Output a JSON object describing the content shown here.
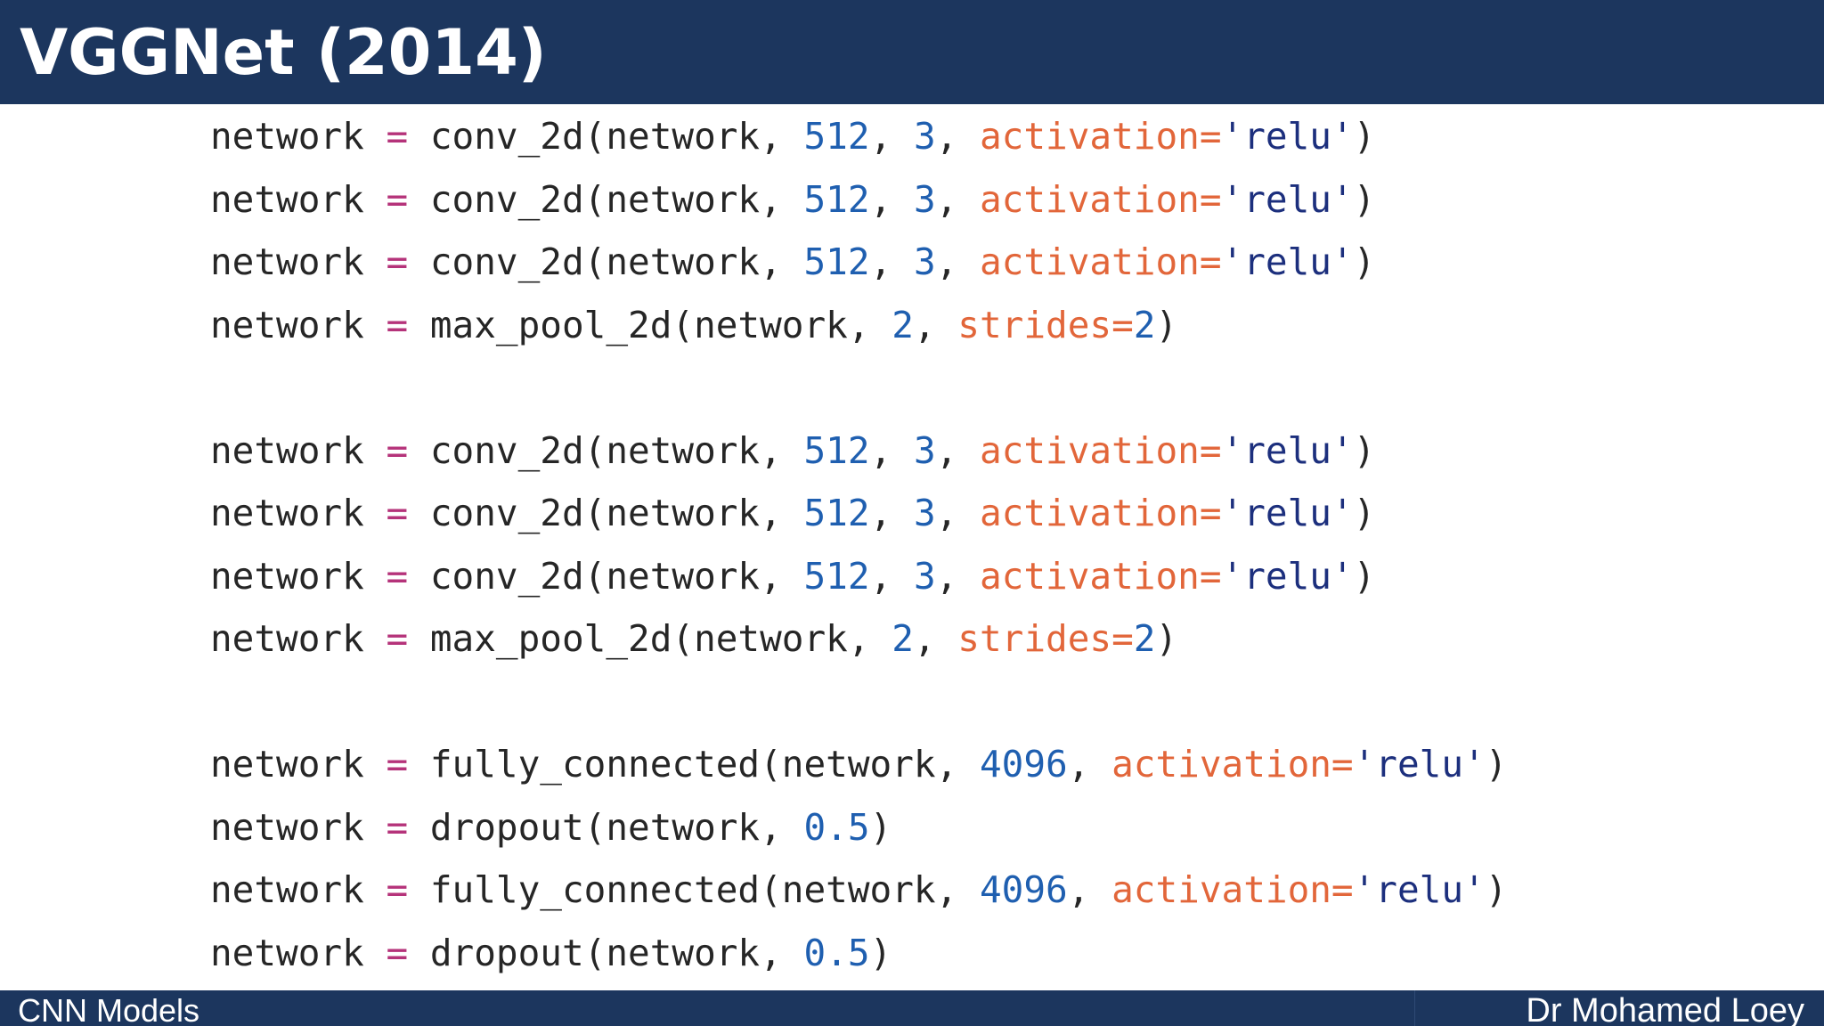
{
  "slide": {
    "title": "VGGNet (2014)",
    "footer_left": "CNN Models",
    "footer_right": "Dr Mohamed Loey"
  },
  "colors": {
    "header_bg": "#1c365e",
    "text": "#262626",
    "operator": "#b5337a",
    "number": "#1f5fb0",
    "keyword_arg": "#e2663a",
    "string": "#1c2f7d"
  },
  "code_lines": [
    [
      {
        "t": "network ",
        "k": "plain"
      },
      {
        "t": "=",
        "k": "op"
      },
      {
        "t": " conv_2d(network, ",
        "k": "plain"
      },
      {
        "t": "512",
        "k": "num"
      },
      {
        "t": ", ",
        "k": "plain"
      },
      {
        "t": "3",
        "k": "num"
      },
      {
        "t": ", ",
        "k": "plain"
      },
      {
        "t": "activation=",
        "k": "kw"
      },
      {
        "t": "'relu'",
        "k": "str"
      },
      {
        "t": ")",
        "k": "plain"
      }
    ],
    [
      {
        "t": "network ",
        "k": "plain"
      },
      {
        "t": "=",
        "k": "op"
      },
      {
        "t": " conv_2d(network, ",
        "k": "plain"
      },
      {
        "t": "512",
        "k": "num"
      },
      {
        "t": ", ",
        "k": "plain"
      },
      {
        "t": "3",
        "k": "num"
      },
      {
        "t": ", ",
        "k": "plain"
      },
      {
        "t": "activation=",
        "k": "kw"
      },
      {
        "t": "'relu'",
        "k": "str"
      },
      {
        "t": ")",
        "k": "plain"
      }
    ],
    [
      {
        "t": "network ",
        "k": "plain"
      },
      {
        "t": "=",
        "k": "op"
      },
      {
        "t": " conv_2d(network, ",
        "k": "plain"
      },
      {
        "t": "512",
        "k": "num"
      },
      {
        "t": ", ",
        "k": "plain"
      },
      {
        "t": "3",
        "k": "num"
      },
      {
        "t": ", ",
        "k": "plain"
      },
      {
        "t": "activation=",
        "k": "kw"
      },
      {
        "t": "'relu'",
        "k": "str"
      },
      {
        "t": ")",
        "k": "plain"
      }
    ],
    [
      {
        "t": "network ",
        "k": "plain"
      },
      {
        "t": "=",
        "k": "op"
      },
      {
        "t": " max_pool_2d(network, ",
        "k": "plain"
      },
      {
        "t": "2",
        "k": "num"
      },
      {
        "t": ", ",
        "k": "plain"
      },
      {
        "t": "strides=",
        "k": "kw"
      },
      {
        "t": "2",
        "k": "num"
      },
      {
        "t": ")",
        "k": "plain"
      }
    ],
    [],
    [
      {
        "t": "network ",
        "k": "plain"
      },
      {
        "t": "=",
        "k": "op"
      },
      {
        "t": " conv_2d(network, ",
        "k": "plain"
      },
      {
        "t": "512",
        "k": "num"
      },
      {
        "t": ", ",
        "k": "plain"
      },
      {
        "t": "3",
        "k": "num"
      },
      {
        "t": ", ",
        "k": "plain"
      },
      {
        "t": "activation=",
        "k": "kw"
      },
      {
        "t": "'relu'",
        "k": "str"
      },
      {
        "t": ")",
        "k": "plain"
      }
    ],
    [
      {
        "t": "network ",
        "k": "plain"
      },
      {
        "t": "=",
        "k": "op"
      },
      {
        "t": " conv_2d(network, ",
        "k": "plain"
      },
      {
        "t": "512",
        "k": "num"
      },
      {
        "t": ", ",
        "k": "plain"
      },
      {
        "t": "3",
        "k": "num"
      },
      {
        "t": ", ",
        "k": "plain"
      },
      {
        "t": "activation=",
        "k": "kw"
      },
      {
        "t": "'relu'",
        "k": "str"
      },
      {
        "t": ")",
        "k": "plain"
      }
    ],
    [
      {
        "t": "network ",
        "k": "plain"
      },
      {
        "t": "=",
        "k": "op"
      },
      {
        "t": " conv_2d(network, ",
        "k": "plain"
      },
      {
        "t": "512",
        "k": "num"
      },
      {
        "t": ", ",
        "k": "plain"
      },
      {
        "t": "3",
        "k": "num"
      },
      {
        "t": ", ",
        "k": "plain"
      },
      {
        "t": "activation=",
        "k": "kw"
      },
      {
        "t": "'relu'",
        "k": "str"
      },
      {
        "t": ")",
        "k": "plain"
      }
    ],
    [
      {
        "t": "network ",
        "k": "plain"
      },
      {
        "t": "=",
        "k": "op"
      },
      {
        "t": " max_pool_2d(network, ",
        "k": "plain"
      },
      {
        "t": "2",
        "k": "num"
      },
      {
        "t": ", ",
        "k": "plain"
      },
      {
        "t": "strides=",
        "k": "kw"
      },
      {
        "t": "2",
        "k": "num"
      },
      {
        "t": ")",
        "k": "plain"
      }
    ],
    [],
    [
      {
        "t": "network ",
        "k": "plain"
      },
      {
        "t": "=",
        "k": "op"
      },
      {
        "t": " fully_connected(network, ",
        "k": "plain"
      },
      {
        "t": "4096",
        "k": "num"
      },
      {
        "t": ", ",
        "k": "plain"
      },
      {
        "t": "activation=",
        "k": "kw"
      },
      {
        "t": "'relu'",
        "k": "str"
      },
      {
        "t": ")",
        "k": "plain"
      }
    ],
    [
      {
        "t": "network ",
        "k": "plain"
      },
      {
        "t": "=",
        "k": "op"
      },
      {
        "t": " dropout(network, ",
        "k": "plain"
      },
      {
        "t": "0.5",
        "k": "num"
      },
      {
        "t": ")",
        "k": "plain"
      }
    ],
    [
      {
        "t": "network ",
        "k": "plain"
      },
      {
        "t": "=",
        "k": "op"
      },
      {
        "t": " fully_connected(network, ",
        "k": "plain"
      },
      {
        "t": "4096",
        "k": "num"
      },
      {
        "t": ", ",
        "k": "plain"
      },
      {
        "t": "activation=",
        "k": "kw"
      },
      {
        "t": "'relu'",
        "k": "str"
      },
      {
        "t": ")",
        "k": "plain"
      }
    ],
    [
      {
        "t": "network ",
        "k": "plain"
      },
      {
        "t": "=",
        "k": "op"
      },
      {
        "t": " dropout(network, ",
        "k": "plain"
      },
      {
        "t": "0.5",
        "k": "num"
      },
      {
        "t": ")",
        "k": "plain"
      }
    ]
  ]
}
